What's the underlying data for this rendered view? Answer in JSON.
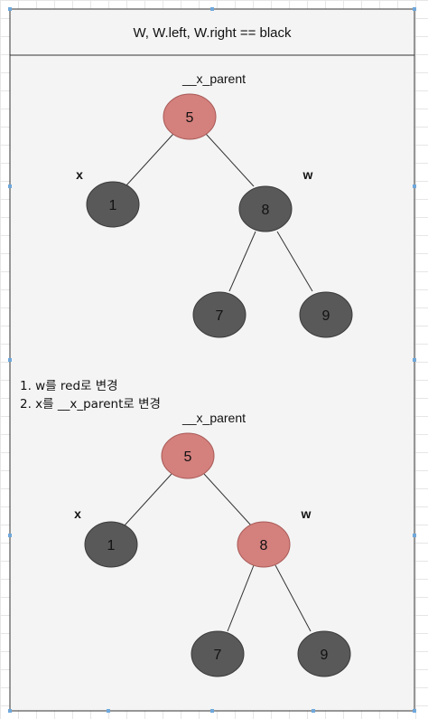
{
  "header": {
    "title": "W, W.left, W.right == black"
  },
  "colors": {
    "red_node": "#d4807d",
    "black_node": "#595959",
    "frame_bg": "#f4f4f4",
    "border": "#333333",
    "edge": "#333333"
  },
  "diagram_before": {
    "parent_label": "__x_parent",
    "x_label": "x",
    "w_label": "w",
    "nodes": [
      {
        "id": "n5",
        "value": "5",
        "color": "red"
      },
      {
        "id": "n1",
        "value": "1",
        "color": "black"
      },
      {
        "id": "n8",
        "value": "8",
        "color": "black"
      },
      {
        "id": "n7",
        "value": "7",
        "color": "black"
      },
      {
        "id": "n9",
        "value": "9",
        "color": "black"
      }
    ]
  },
  "steps": [
    "1. w를 red로 변경",
    "2. x를 __x_parent로 변경"
  ],
  "diagram_after": {
    "parent_label": "__x_parent",
    "x_label": "x",
    "w_label": "w",
    "nodes": [
      {
        "id": "n5",
        "value": "5",
        "color": "red"
      },
      {
        "id": "n1",
        "value": "1",
        "color": "black"
      },
      {
        "id": "n8",
        "value": "8",
        "color": "red"
      },
      {
        "id": "n7",
        "value": "7",
        "color": "black"
      },
      {
        "id": "n9",
        "value": "9",
        "color": "black"
      }
    ]
  }
}
